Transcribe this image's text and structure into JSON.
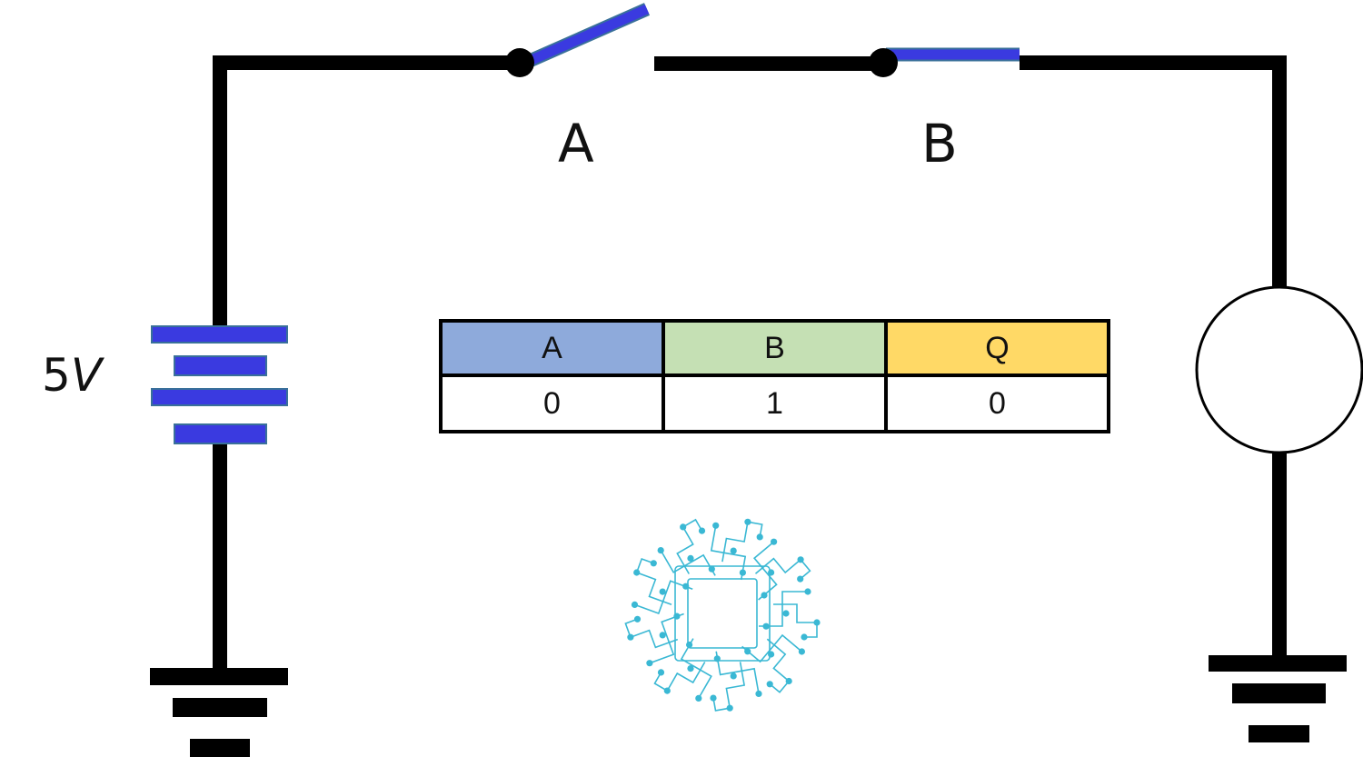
{
  "switches": [
    {
      "label": "A",
      "state": "open"
    },
    {
      "label": "B",
      "state": "closed"
    }
  ],
  "source": {
    "value": "5",
    "unit": "V"
  },
  "truth_table": {
    "headers": [
      "A",
      "B",
      "Q"
    ],
    "values": [
      "0",
      "1",
      "0"
    ]
  },
  "colors": {
    "wire": "#000000",
    "switch_blade": "#3a3ae0",
    "battery_plate": "#3a3ae0",
    "header_a": "#8eaadb",
    "header_b": "#c5e0b4",
    "header_q": "#ffd966",
    "logo": "#3ab8d4"
  },
  "icons": [
    "circuit-logo-icon",
    "lamp-icon",
    "ground-icon",
    "battery-icon"
  ]
}
